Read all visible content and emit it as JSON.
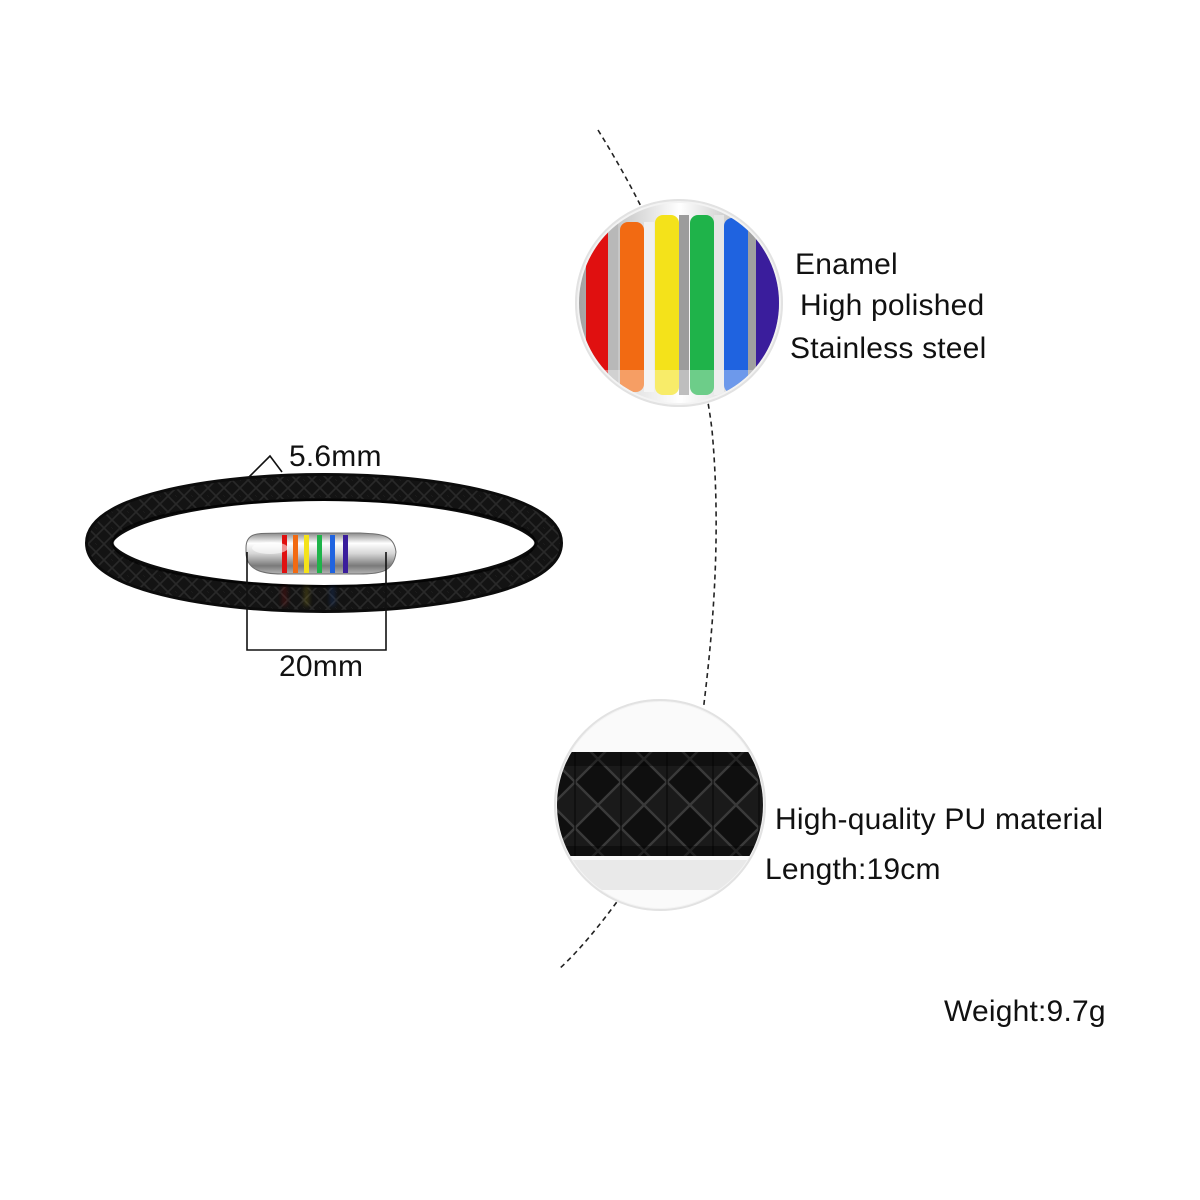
{
  "product": {
    "palette": {
      "background": "#ffffff",
      "leather": "#111111",
      "steel": "#c9c9c9",
      "stripes": [
        "#e01010",
        "#f26a12",
        "#f4e21a",
        "#1fb34a",
        "#1f63e0",
        "#3a1d9c"
      ]
    },
    "dimensions": {
      "width_label": "5.6mm",
      "length_label": "20mm"
    },
    "clasp_detail": {
      "lines": [
        "Enamel",
        "High polished",
        "Stainless steel"
      ]
    },
    "cord_detail": {
      "lines": [
        "High-quality PU material",
        "Length:19cm"
      ]
    },
    "weight": "Weight:9.7g"
  }
}
